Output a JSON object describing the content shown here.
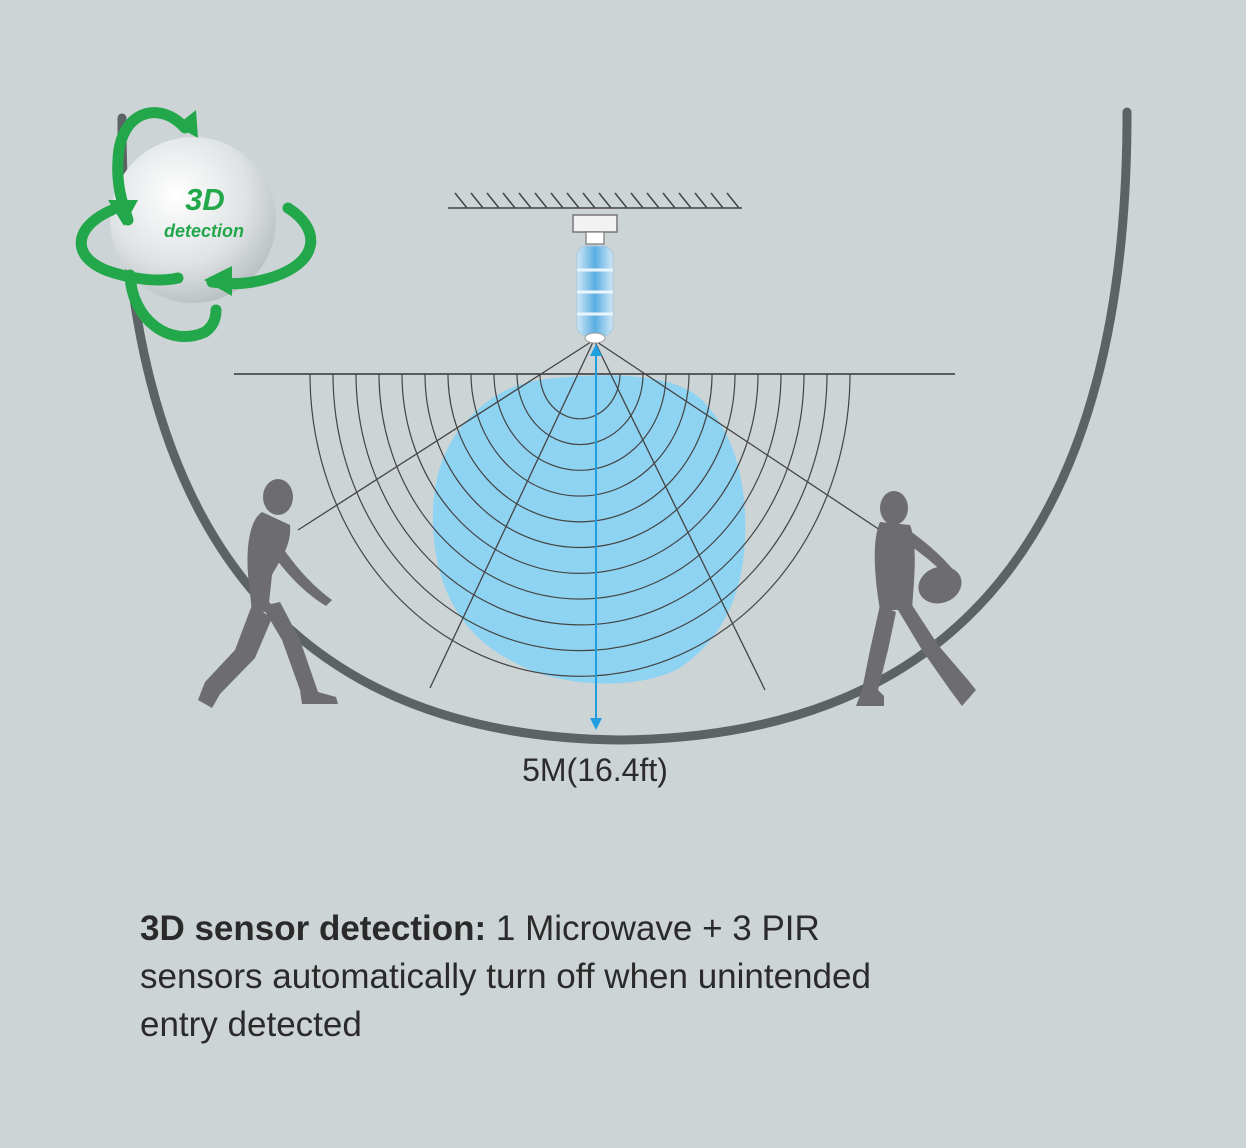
{
  "badge": {
    "title": "3D",
    "subtitle": "detection"
  },
  "distance": {
    "label": "5M(16.4ft)"
  },
  "caption": {
    "bold": "3D sensor detection:",
    "line1_rest": " 1 Microwave + 3 PIR",
    "line2": "sensors automatically turn off when unintended",
    "line3": "entry detected"
  },
  "colors": {
    "background": "#cdd4d6",
    "detection_zone": "#8fd3f2",
    "arrow": "#1f9fe0",
    "badge_green": "#22a84a",
    "silhouette": "#6d6d6f",
    "bowl": "#5d6265"
  },
  "icons": [
    "rotation-arrows-icon",
    "sphere-icon",
    "motion-sensor-icon",
    "person-walking-icon",
    "person-with-bag-icon"
  ]
}
